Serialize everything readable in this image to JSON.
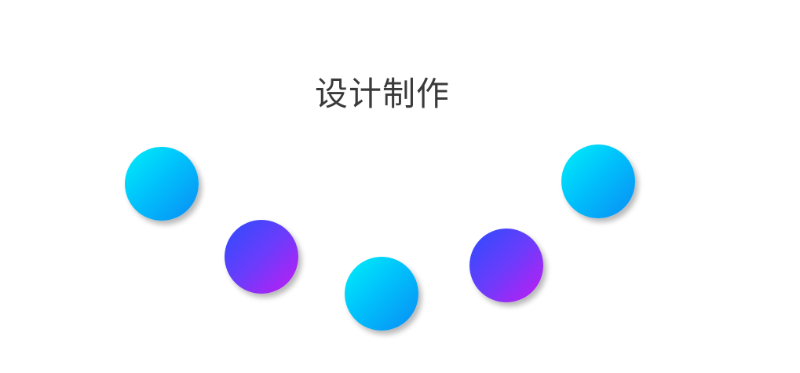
{
  "title": "设计制作",
  "colors": {
    "cyan_gradient": [
      "#00f0fa",
      "#00c2fb",
      "#0a8cf5"
    ],
    "violet_gradient": [
      "#2a4dff",
      "#6b3cfb",
      "#c21cf2"
    ],
    "title_text": "#3a3a3a"
  },
  "circles": [
    {
      "color": "cyan"
    },
    {
      "color": "violet"
    },
    {
      "color": "cyan"
    },
    {
      "color": "violet"
    },
    {
      "color": "cyan"
    }
  ]
}
